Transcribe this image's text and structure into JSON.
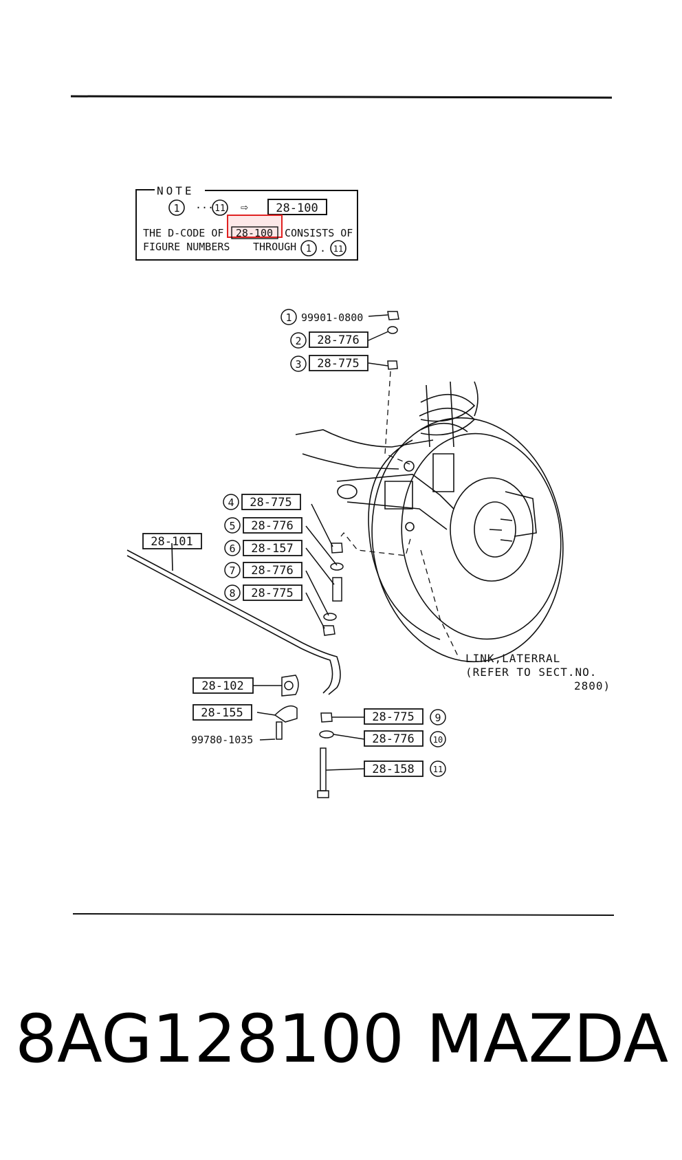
{
  "note": {
    "title": "NOTE",
    "range_start": "1",
    "range_dots": "···",
    "range_end": "11",
    "arrow": "⇨",
    "dcode": "28-100",
    "line1_pre": "THE D-CODE OF",
    "line1_code": "28-100",
    "line1_post": "CONSISTS OF",
    "line2_pre": "FIGURE NUMBERS",
    "line2_mid": "THROUGH",
    "line2_n1": "1",
    "line2_sep": ".",
    "line2_n2": "11"
  },
  "callouts": [
    {
      "num": "1",
      "code": "99901-0800"
    },
    {
      "num": "2",
      "code": "28-776"
    },
    {
      "num": "3",
      "code": "28-775"
    },
    {
      "num": "4",
      "code": "28-775"
    },
    {
      "num": "5",
      "code": "28-776"
    },
    {
      "num": "6",
      "code": "28-157"
    },
    {
      "num": "7",
      "code": "28-776"
    },
    {
      "num": "8",
      "code": "28-775"
    },
    {
      "num": "9",
      "code": "28-775"
    },
    {
      "num": "10",
      "code": "28-776"
    },
    {
      "num": "11",
      "code": "28-158"
    }
  ],
  "unnumbered": {
    "bar": "28-101",
    "bushing": "28-102",
    "bracket": "28-155",
    "bolt": "99780-1035"
  },
  "link_note": {
    "line1": "LINK,LATERRAL",
    "line2": "(REFER TO SECT.NO.",
    "line3": "2800)"
  },
  "caption": {
    "part_number": "8AG128100",
    "brand": "MAZDA"
  },
  "colors": {
    "ink": "#111111",
    "highlight": "#e02020"
  }
}
